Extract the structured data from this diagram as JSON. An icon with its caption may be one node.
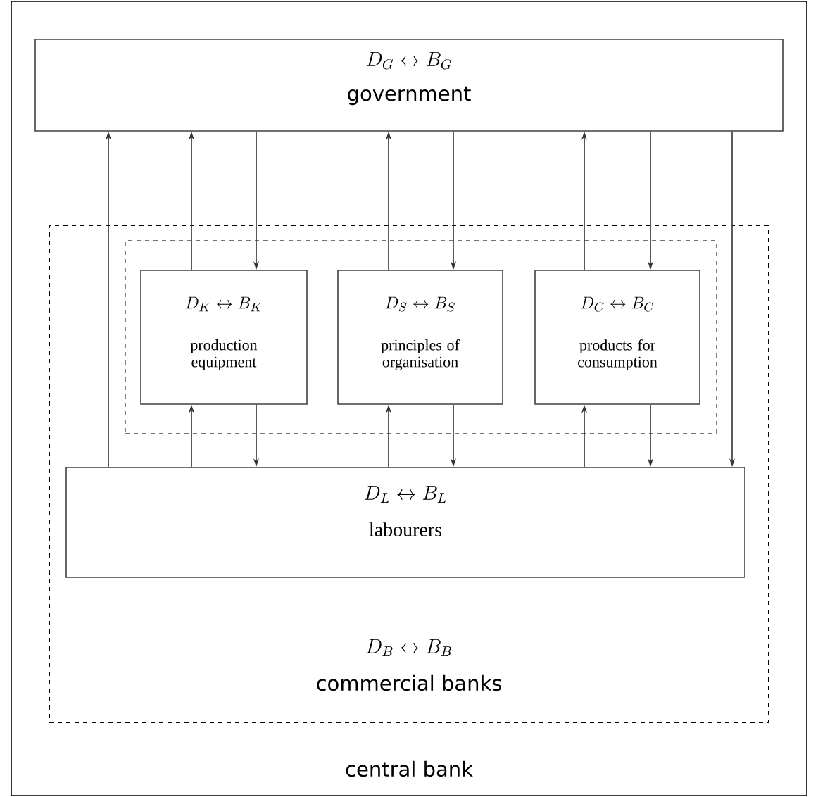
{
  "diagram": {
    "nodes": [
      {
        "text": [
          "central bank"
        ]
      },
      {
        "text": [
          "D_G \\leftrightarrow B_G",
          "government"
        ],
        "in": 0
      },
      {
        "text": [
          "D_B \\leftrightarrow B_B",
          "commercial banks"
        ],
        "in": 0
      },
      {
        "text": [],
        "shape": "box",
        "in": 2
      },
      {
        "text": [
          "D_K \\leftrightarrow B_K",
          "production equipment"
        ],
        "in": 3
      },
      {
        "text": [
          "D_S \\leftrightarrow B_S",
          "principles of organisation"
        ],
        "in": 3
      },
      {
        "text": [
          "D_C \\leftrightarrow B_C",
          "products for consumption"
        ],
        "in": 3
      },
      {
        "text": [
          "D_L \\leftrightarrow B_L",
          "labourers"
        ],
        "in": 2
      }
    ],
    "edges": [
      {
        "from": 7,
        "to": 1,
        "arrow": "to"
      },
      {
        "from": 4,
        "to": 1,
        "arrow": "to"
      },
      {
        "from": 1,
        "to": 4,
        "arrow": "to"
      },
      {
        "from": 5,
        "to": 1,
        "arrow": "to"
      },
      {
        "from": 1,
        "to": 5,
        "arrow": "to"
      },
      {
        "from": 6,
        "to": 1,
        "arrow": "to"
      },
      {
        "from": 1,
        "to": 6,
        "arrow": "to"
      },
      {
        "from": 1,
        "to": 7,
        "arrow": "to"
      },
      {
        "from": 7,
        "to": 4,
        "arrow": "to"
      },
      {
        "from": 4,
        "to": 7,
        "arrow": "to"
      },
      {
        "from": 7,
        "to": 5,
        "arrow": "to"
      },
      {
        "from": 5,
        "to": 7,
        "arrow": "to"
      },
      {
        "from": 7,
        "to": 6,
        "arrow": "to"
      },
      {
        "from": 6,
        "to": 7,
        "arrow": "to"
      }
    ]
  }
}
